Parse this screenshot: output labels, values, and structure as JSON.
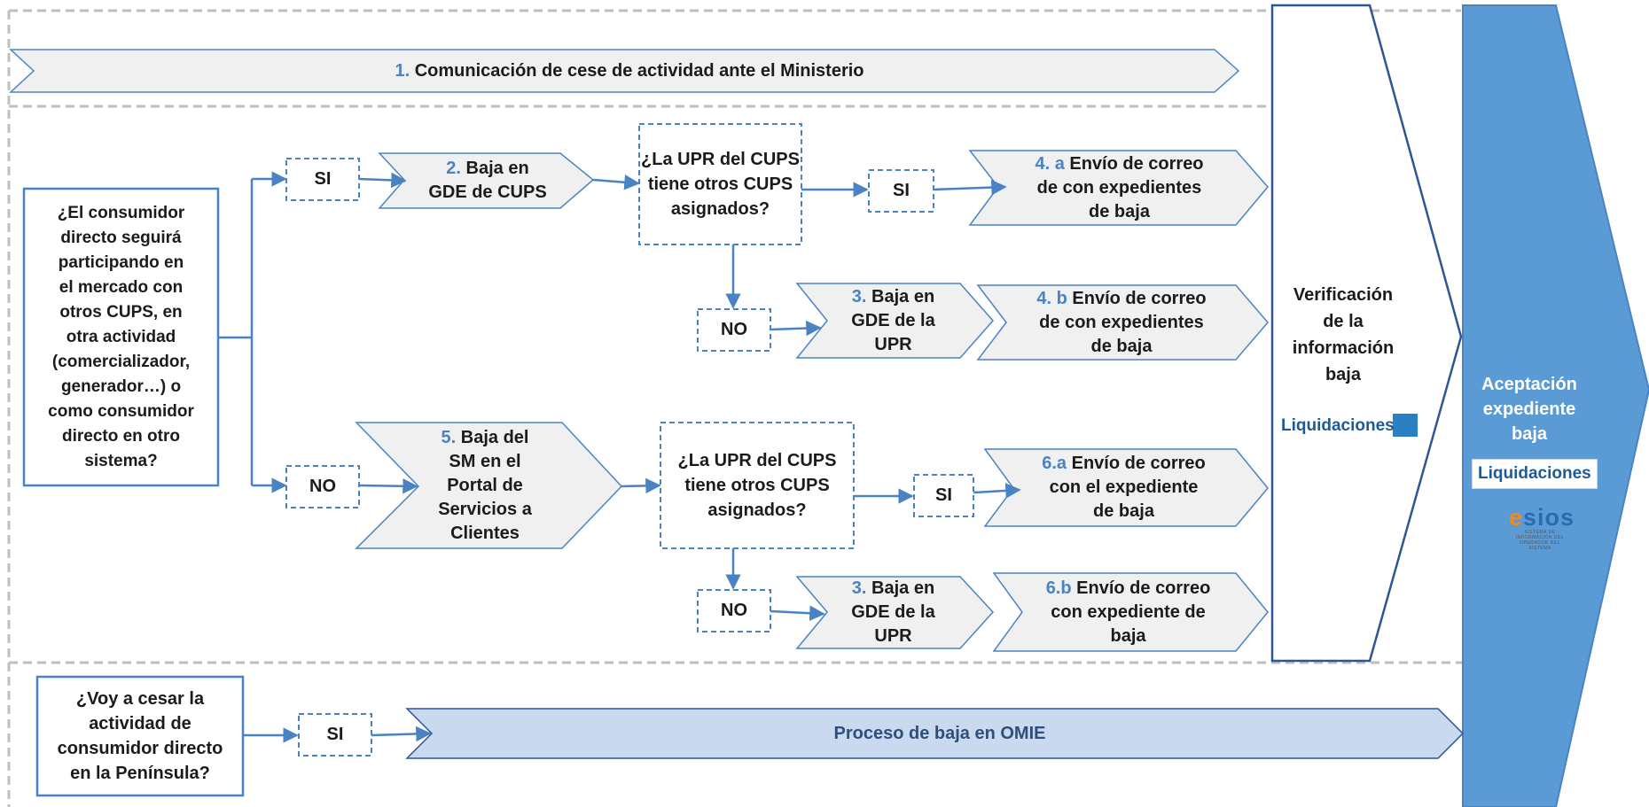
{
  "top_bar": {
    "num": "1.",
    "text": "Comunicación de cese de actividad ante el Ministerio"
  },
  "question_main": {
    "lines": [
      "¿El consumidor",
      "directo seguirá",
      "participando en",
      "el mercado con",
      "otros CUPS, en",
      "otra actividad",
      "(comercializador,",
      "generador…) o",
      "como consumidor",
      "directo en otro",
      "sistema?"
    ]
  },
  "decisions": {
    "si": "SI",
    "no": "NO"
  },
  "step2": {
    "num": "2.",
    "line1": "Baja en",
    "line2": "GDE de CUPS"
  },
  "question_upr_1": {
    "lines": [
      "¿La UPR del CUPS",
      "tiene otros CUPS",
      "asignados?"
    ]
  },
  "question_upr_2": {
    "lines": [
      "¿La UPR del CUPS",
      "tiene otros CUPS",
      "asignados?"
    ]
  },
  "step4a": {
    "num": "4. a",
    "line1": "Envío de correo",
    "line2": "de con expedientes",
    "line3": "de baja"
  },
  "step3_top": {
    "num": "3.",
    "line1": "Baja en",
    "line2": "GDE de la",
    "line3": "UPR"
  },
  "step4b": {
    "num": "4. b",
    "line1": "Envío de correo",
    "line2": "de con expedientes",
    "line3": "de baja"
  },
  "step5": {
    "num": "5.",
    "line1": "Baja  del",
    "line2": "SM en el",
    "line3": "Portal de",
    "line4": "Servicios a",
    "line5": "Clientes"
  },
  "step6a": {
    "num": "6.a",
    "line1": "Envío de correo",
    "line2": "con el expediente",
    "line3": "de baja"
  },
  "step3_bottom": {
    "num": "3.",
    "line1": "Baja en",
    "line2": "GDE de la",
    "line3": "UPR"
  },
  "step6b": {
    "num": "6.b",
    "line1": "Envío de correo",
    "line2": "con expediente de",
    "line3": "baja"
  },
  "verification": {
    "lines": [
      "Verificación",
      "de la",
      "información",
      "baja"
    ]
  },
  "acceptance": {
    "lines": [
      "Aceptación",
      "expediente",
      "baja"
    ]
  },
  "logos": {
    "liquidaciones": "Liquidaciones",
    "esios": "esios",
    "esios_sub": "SISTEMA DE INFORMACIÓN DEL OPERADOR DEL SISTEMA"
  },
  "question_cese": {
    "lines": [
      "¿Voy a cesar la",
      "actividad de",
      "consumidor directo",
      "en la Península?"
    ]
  },
  "omie": {
    "text": "Proceso de baja en OMIE"
  },
  "colors": {
    "blue": "#5b9bd5",
    "dark_blue": "#2f5597",
    "gray_fill": "#f0f0f0",
    "omie_fill": "#c9daf0",
    "accept_fill": "#5b9bd5"
  }
}
